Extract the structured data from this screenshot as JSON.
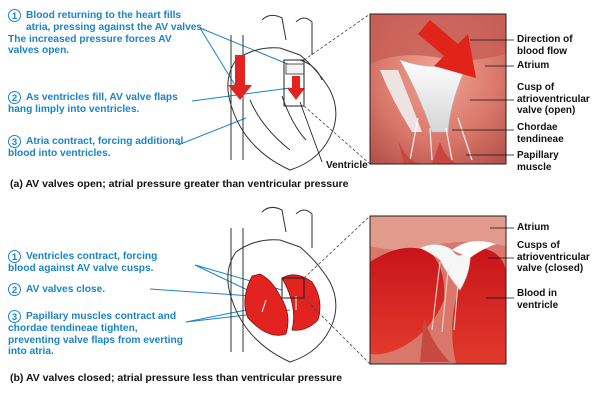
{
  "panel_a": {
    "steps": [
      {
        "num": "1",
        "lines": [
          "Blood returning to the heart fills",
          "atria, pressing against the AV valves.",
          "The increased pressure forces AV",
          "valves open."
        ]
      },
      {
        "num": "2",
        "lines": [
          "As ventricles fill, AV valve flaps",
          "hang limply into ventricles."
        ]
      },
      {
        "num": "3",
        "lines": [
          "Atria contract, forcing additional",
          "blood into ventricles."
        ]
      }
    ],
    "ventricle_label": "Ventricle",
    "labels": [
      {
        "lines": [
          "Direction of",
          "blood flow"
        ]
      },
      {
        "lines": [
          "Atrium"
        ]
      },
      {
        "lines": [
          "Cusp of",
          "atrioventricular",
          "valve (open)"
        ]
      },
      {
        "lines": [
          "Chordae",
          "tendineae"
        ]
      },
      {
        "lines": [
          "Papillary",
          "muscle"
        ]
      }
    ],
    "caption_letter": "(a)",
    "caption_text": "AV valves open; atrial pressure greater than ventricular pressure"
  },
  "panel_b": {
    "steps": [
      {
        "num": "1",
        "lines": [
          "Ventricles contract, forcing",
          "blood against AV valve cusps."
        ]
      },
      {
        "num": "2",
        "lines": [
          "AV valves close."
        ]
      },
      {
        "num": "3",
        "lines": [
          "Papillary muscles contract and",
          "chordae tendineae tighten,",
          "preventing valve flaps from everting",
          "into atria."
        ]
      }
    ],
    "labels": [
      {
        "lines": [
          "Atrium"
        ]
      },
      {
        "lines": [
          "Cusps of",
          "atrioventricular",
          "valve (closed)"
        ]
      },
      {
        "lines": [
          "Blood in",
          "ventricle"
        ]
      }
    ],
    "caption_letter": "(b)",
    "caption_text": "AV valves closed; atrial pressure less than ventricular pressure"
  },
  "colors": {
    "step_blue": "#1a84c7",
    "blood_red": "#e3231f",
    "tissue": "#d9776a"
  }
}
